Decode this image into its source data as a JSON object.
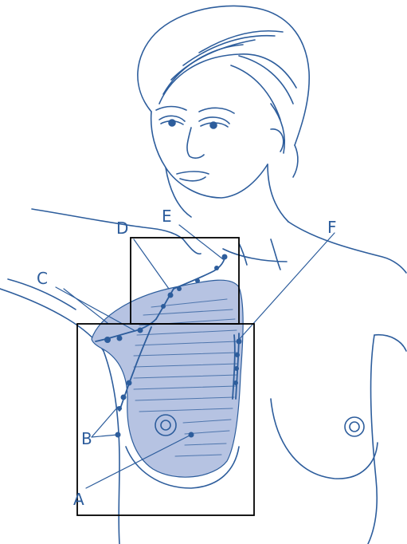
{
  "labels": {
    "a": "A",
    "b": "B",
    "c": "C",
    "d": "D",
    "e": "E",
    "f": "F"
  },
  "colors": {
    "line": "#2d5d9c",
    "shade": "#b6c3e2",
    "box": "#000000"
  }
}
